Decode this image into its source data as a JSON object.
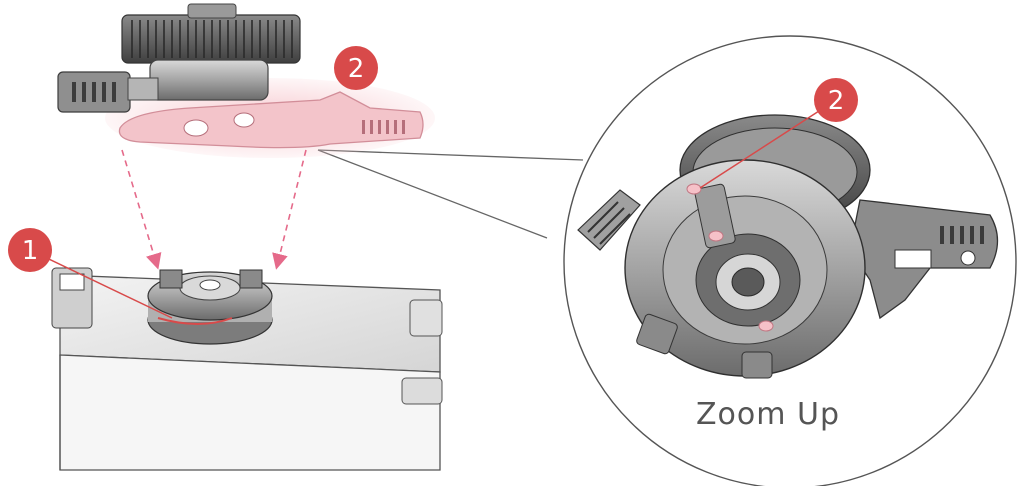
{
  "markers": {
    "one": "1",
    "two_top": "2",
    "two_zoom": "2"
  },
  "zoom_label": "Zoom Up",
  "colors": {
    "marker_red": "#d84a4a",
    "highlight_pink": "#f7c6cc",
    "arrow_pink": "#e56a8a",
    "metal_dark": "#5e5e5e",
    "metal_mid": "#9a9a9a",
    "metal_light": "#cfcfcf",
    "outline": "#444444"
  }
}
